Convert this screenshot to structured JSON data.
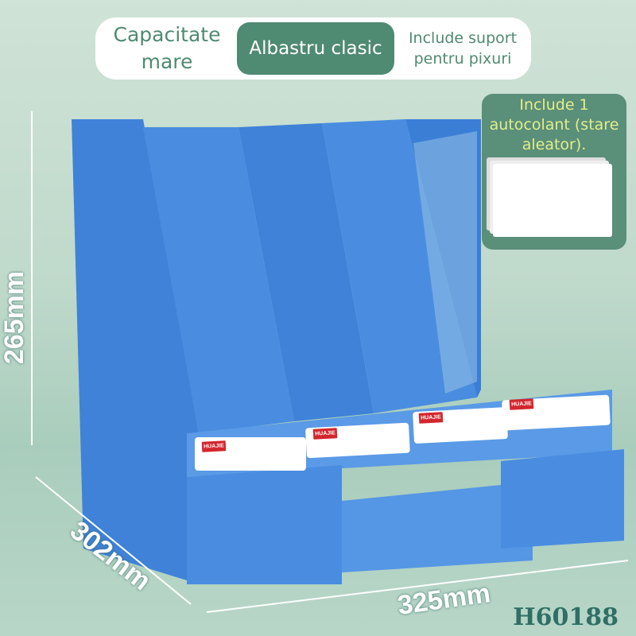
{
  "features": {
    "capacity": "Capacitate mare",
    "color": "Albastru clasic",
    "pen_holder": "Include suport pentru pixuri"
  },
  "sticker_note": "Include 1 autocolant (stare aleator).",
  "dimensions": {
    "height": "265mm",
    "depth": "302mm",
    "width": "325mm"
  },
  "model_code": "H60188",
  "label_brand": "HUAJIE",
  "colors": {
    "accent": "#4f8a72",
    "product": "#4a8de0",
    "sticker_text": "#e4ee8a"
  }
}
